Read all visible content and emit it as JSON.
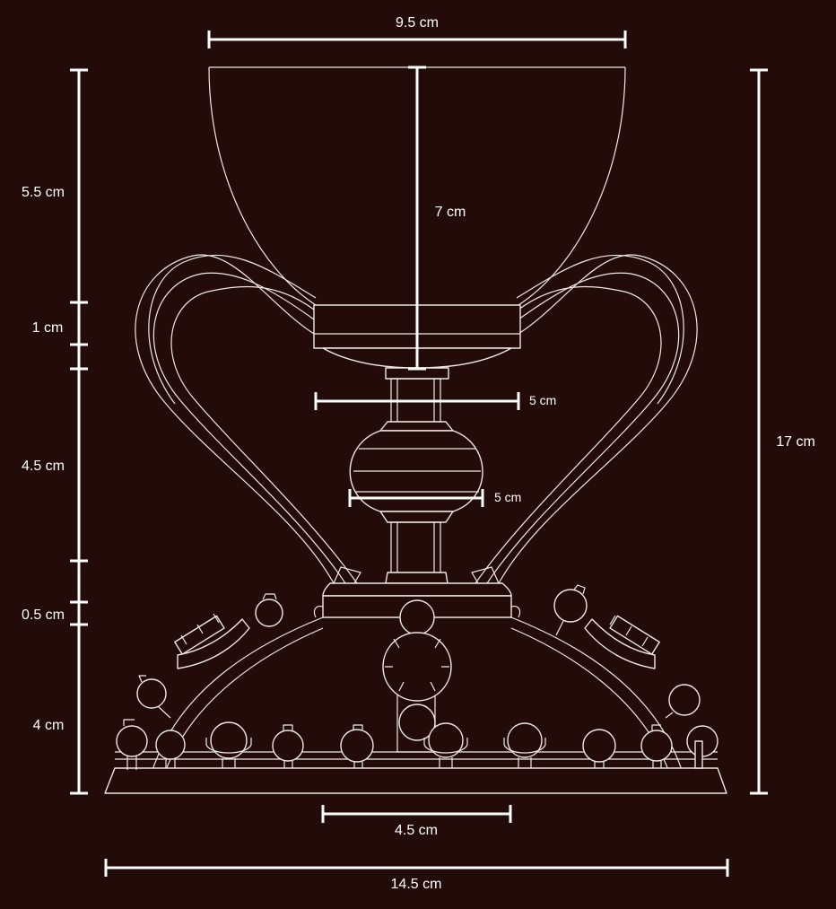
{
  "title": "Chalice dimension diagram",
  "colors": {
    "background": "#230b09",
    "lines": "#efe8e4",
    "dimensions": "#ffffff"
  },
  "dimensions": {
    "top_width": "9.5 cm",
    "cup_height": "5.5 cm",
    "rim_band": "1 cm",
    "stem_section": "4.5 cm",
    "collar": "0.5 cm",
    "base_height": "4 cm",
    "cup_depth": "7 cm",
    "upper_width": "5 cm",
    "knot_width": "5 cm",
    "total_height": "17 cm",
    "foot_inner_width": "4.5 cm",
    "base_width": "14.5 cm"
  }
}
